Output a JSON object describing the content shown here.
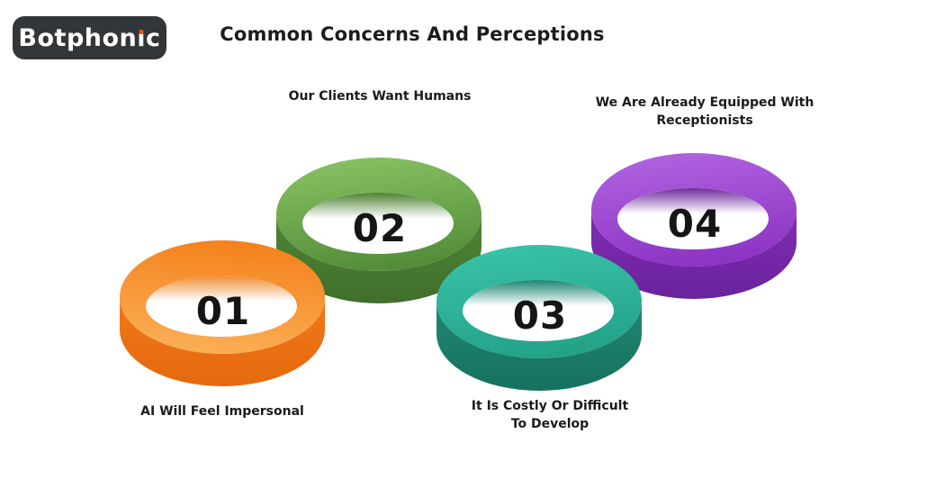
{
  "page": {
    "background_color": "#FFFFFF"
  },
  "header": {
    "brand_name": "Botphonic",
    "brand_text_color": "#FFFFFF",
    "brand_bg_color": "#333638",
    "brand_dot_color": "#E0561A",
    "title": "Common Concerns And Perceptions",
    "title_color": "#1C1C1C"
  },
  "text_styles": {
    "label_color": "#1B1B1B",
    "number_color": "#151515"
  },
  "rings": [
    {
      "number": "01",
      "label": "AI Will Feel Impersonal",
      "label_position": "below",
      "color_name": "orange",
      "colors": {
        "face_top": "#F4821C",
        "face_bottom": "#FBB057",
        "side_top": "#F1781A",
        "side_bottom": "#E5690D",
        "inner_wall": "#EE8B31",
        "hole_fade": "#FFFFFF"
      }
    },
    {
      "number": "02",
      "label": "Our Clients Want Humans",
      "label_position": "above",
      "color_name": "green",
      "colors": {
        "face_top": "#87C364",
        "face_bottom": "#548D39",
        "side_top": "#4F8536",
        "side_bottom": "#416F2B",
        "inner_wall": "#4E8034",
        "hole_fade": "#FFFFFF"
      }
    },
    {
      "number": "03",
      "label": "It Is Costly Or Difficult\nTo Develop",
      "label_position": "below",
      "color_name": "teal",
      "colors": {
        "face_top": "#39C3A9",
        "face_bottom": "#24A288",
        "side_top": "#1F8973",
        "side_bottom": "#17705E",
        "inner_wall": "#1B8571",
        "hole_fade": "#FFFFFF"
      }
    },
    {
      "number": "04",
      "label": "We Are Already Equipped With\nReceptionists",
      "label_position": "above",
      "color_name": "purple",
      "colors": {
        "face_top": "#B164E0",
        "face_bottom": "#8C34C3",
        "side_top": "#7E2DB3",
        "side_bottom": "#6B229C",
        "inner_wall": "#6E2C9C",
        "hole_fade": "#FFFFFF"
      }
    }
  ]
}
